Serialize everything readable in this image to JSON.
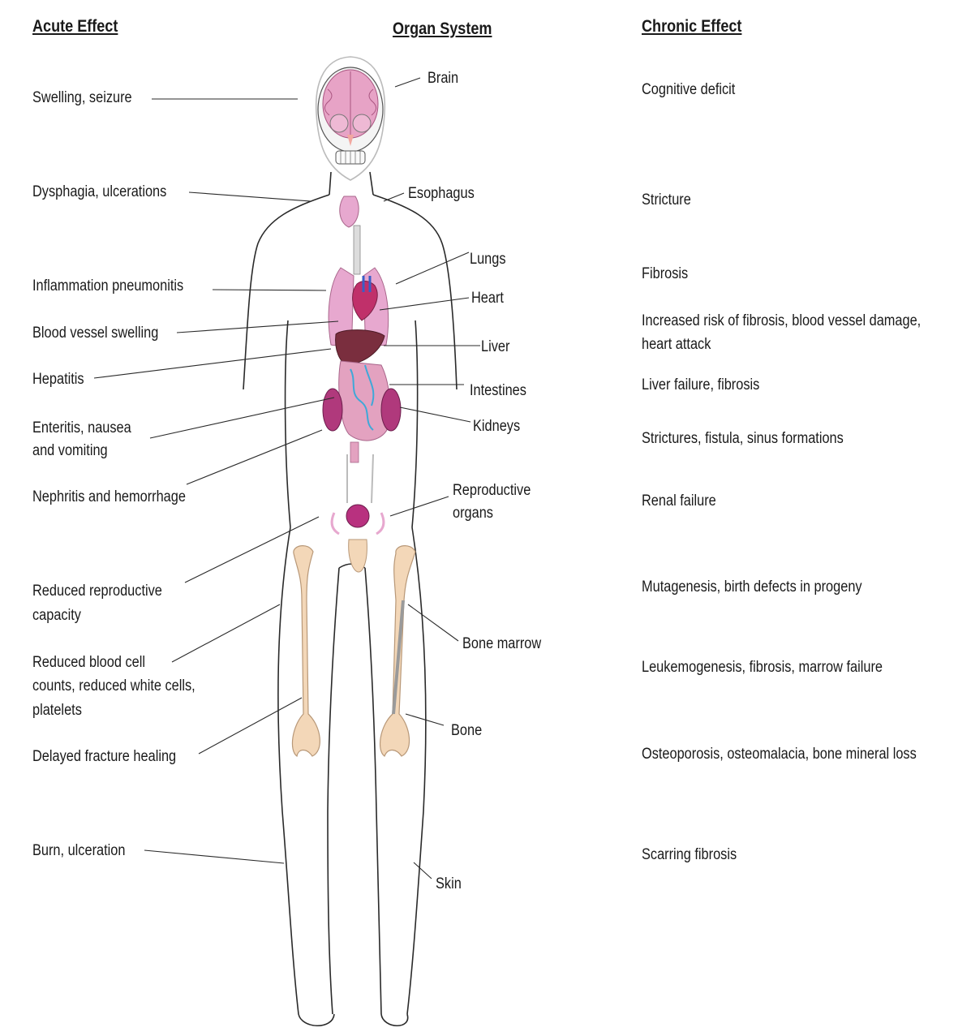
{
  "headers": {
    "acute": "Acute Effect",
    "organ": "Organ System",
    "chronic": "Chronic Effect"
  },
  "acute": [
    "Swelling, seizure",
    "Dysphagia, ulcerations",
    "Inflammation pneumonitis",
    "Blood vessel swelling",
    "Hepatitis",
    "Enteritis, nausea",
    "and vomiting",
    "Nephritis and hemorrhage",
    "Reduced reproductive",
    "capacity",
    "Reduced blood cell",
    "counts, reduced white cells,",
    "platelets",
    "Delayed fracture healing",
    "Burn, ulceration"
  ],
  "organs": [
    "Brain",
    "Esophagus",
    "Lungs",
    "Heart",
    "Liver",
    "Intestines",
    "Kidneys",
    "Reproductive",
    "organs",
    "Bone marrow",
    "Bone",
    "Skin"
  ],
  "chronic": [
    "Cognitive deficit",
    "Stricture",
    "Fibrosis",
    "Increased risk of fibrosis, blood vessel damage,",
    "heart attack",
    "Liver failure, fibrosis",
    "Strictures, fistula, sinus formations",
    "Renal failure",
    "Mutagenesis, birth defects in progeny",
    "Leukemogenesis, fibrosis, marrow failure",
    "Osteoporosis, osteomalacia, bone mineral loss",
    "Scarring fibrosis"
  ],
  "colors": {
    "brain": "#e7a3c6",
    "lungs": "#e7a8cf",
    "heart": "#c0306a",
    "liver": "#7a2e3e",
    "kidney": "#b0397c",
    "intestine": "#e3a2c0",
    "bladder": "#b8317f",
    "bone": "#f3d7b8",
    "vessel_blue": "#3fa8d8"
  }
}
